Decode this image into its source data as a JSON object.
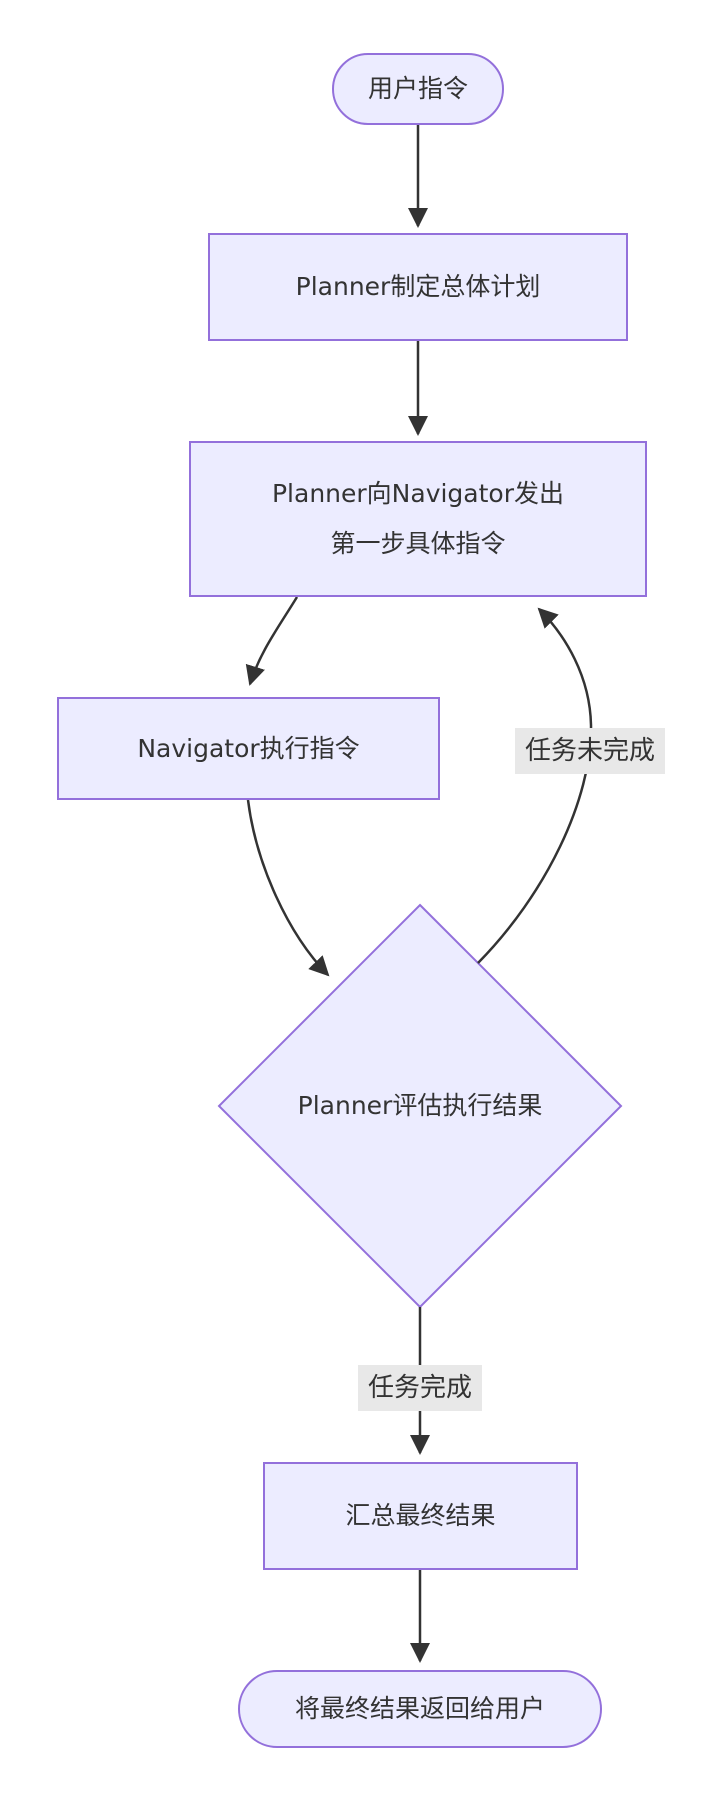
{
  "diagram": {
    "type": "flowchart",
    "direction": "top-down",
    "nodes": {
      "start": "用户指令",
      "plan": "Planner制定总体计划",
      "instruct_line1": "Planner向Navigator发出",
      "instruct_line2": "第一步具体指令",
      "execute": "Navigator执行指令",
      "evaluate": "Planner评估执行结果",
      "summarize": "汇总最终结果",
      "end": "将最终结果返回给用户"
    },
    "edge_labels": {
      "not_done": "任务未完成",
      "done": "任务完成"
    },
    "edges": [
      {
        "from": "start",
        "to": "plan",
        "label": ""
      },
      {
        "from": "plan",
        "to": "instruct",
        "label": ""
      },
      {
        "from": "instruct",
        "to": "execute",
        "label": ""
      },
      {
        "from": "execute",
        "to": "evaluate",
        "label": ""
      },
      {
        "from": "evaluate",
        "to": "instruct",
        "label": "任务未完成"
      },
      {
        "from": "evaluate",
        "to": "summarize",
        "label": "任务完成"
      },
      {
        "from": "summarize",
        "to": "end",
        "label": ""
      }
    ],
    "colors": {
      "node_fill": "#ECECFF",
      "node_border": "#9370DB",
      "edge_stroke": "#333333",
      "edge_label_bg": "#e8e8e8",
      "text": "#333333",
      "background": "#ffffff"
    }
  }
}
